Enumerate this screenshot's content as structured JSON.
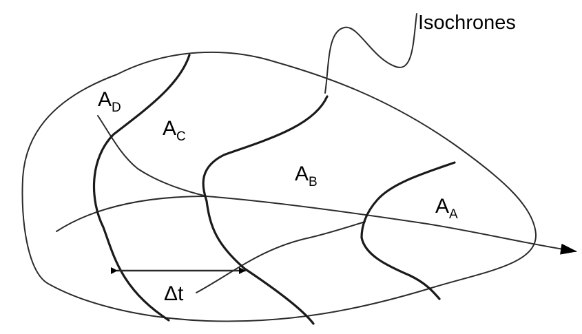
{
  "diagram": {
    "callout_label": "Isochrones",
    "areas": [
      {
        "main": "A",
        "sub": "D"
      },
      {
        "main": "A",
        "sub": "C"
      },
      {
        "main": "A",
        "sub": "B"
      },
      {
        "main": "A",
        "sub": "A"
      }
    ],
    "interval_label": "Δt"
  }
}
